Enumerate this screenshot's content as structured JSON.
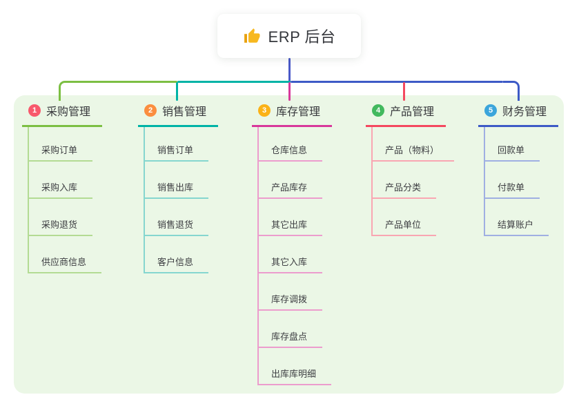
{
  "root": {
    "icon": "thumbs-up-icon",
    "title": "ERP 后台",
    "connector_color": "#4a59c8"
  },
  "branches": [
    {
      "num": "1",
      "title": "采购管理",
      "badge_color": "#f8596c",
      "line_color": "#7cbf43",
      "soft_line_color": "#b3db93",
      "items": [
        "采购订单",
        "采购入库",
        "采购退货",
        "供应商信息"
      ]
    },
    {
      "num": "2",
      "title": "销售管理",
      "badge_color": "#fb8e3f",
      "line_color": "#00b3a6",
      "soft_line_color": "#85d6cf",
      "items": [
        "销售订单",
        "销售出库",
        "销售退货",
        "客户信息"
      ]
    },
    {
      "num": "3",
      "title": "库存管理",
      "badge_color": "#fbb217",
      "line_color": "#d8389b",
      "soft_line_color": "#ec9ccd",
      "items": [
        "仓库信息",
        "产品库存",
        "其它出库",
        "其它入库",
        "库存调拨",
        "库存盘点",
        "出库库明细"
      ]
    },
    {
      "num": "4",
      "title": "产品管理",
      "badge_color": "#42b95e",
      "line_color": "#f4485f",
      "soft_line_color": "#f9a6b2",
      "items": [
        "产品（物料）",
        "产品分类",
        "产品单位"
      ]
    },
    {
      "num": "5",
      "title": "财务管理",
      "badge_color": "#3ba5db",
      "line_color": "#3d5ac6",
      "soft_line_color": "#9fafe2",
      "items": [
        "回款单",
        "付款单",
        "结算账户"
      ]
    }
  ]
}
